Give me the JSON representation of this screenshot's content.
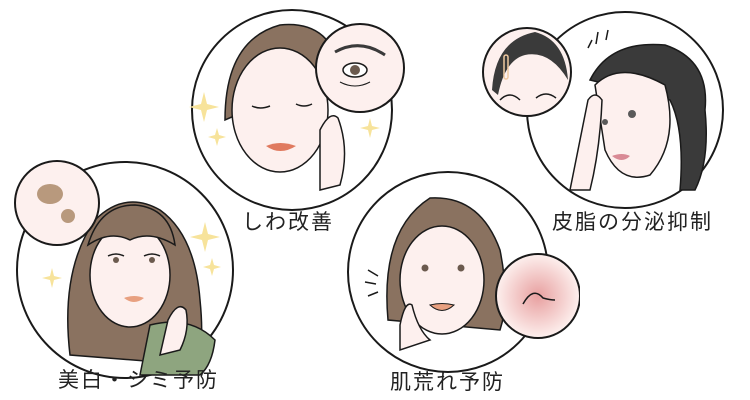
{
  "illustration": {
    "panels": [
      {
        "id": "whitening",
        "label": "美白・シミ予防",
        "inset": "dark-spots",
        "hair": "long-brown-bangs",
        "top": "green"
      },
      {
        "id": "wrinkle",
        "label": "しわ改善",
        "inset": "eye-wrinkles",
        "hair": "brown-tied-back"
      },
      {
        "id": "sebum",
        "label": "皮脂の分泌抑制",
        "inset": "oily-forehead",
        "hair": "black-ponytail"
      },
      {
        "id": "rough-skin",
        "label": "肌荒れ予防",
        "inset": "red-blemish",
        "hair": "brown-bob"
      }
    ],
    "colors": {
      "outline": "#1a1a1a",
      "skin": "#fdf0ee",
      "hair_brown": "#8a7260",
      "hair_black": "#3a3a3a",
      "lips": "#e07a5f",
      "sparkle": "#f7e39b",
      "spot": "#b08f70",
      "blemish": "#e8a0a0",
      "top_green": "#8ea57f",
      "oil_shine": "#f0c9a0"
    }
  }
}
